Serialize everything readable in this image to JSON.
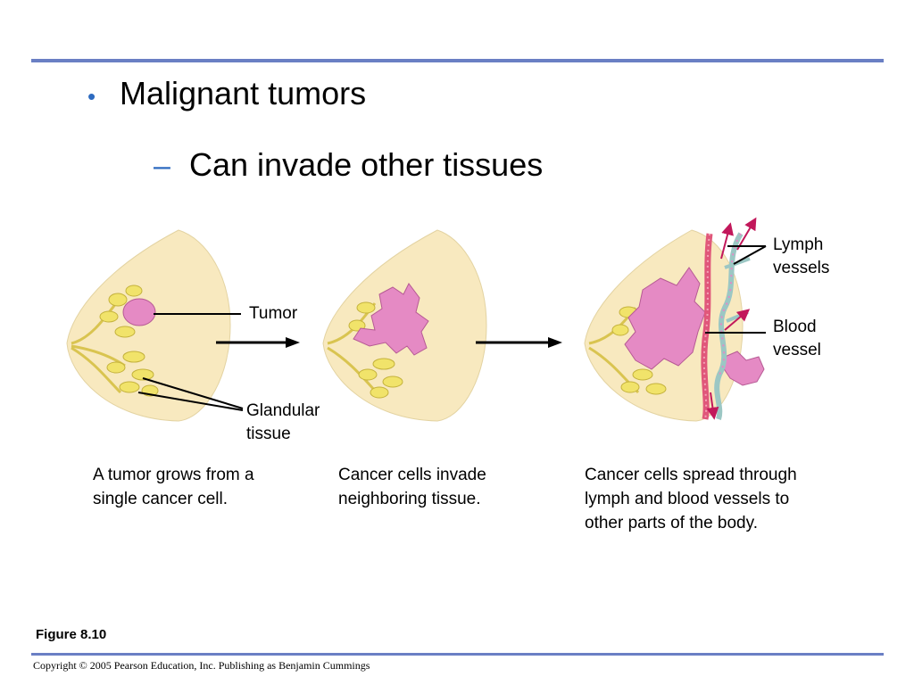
{
  "slide": {
    "bullet": "Malignant tumors",
    "sub_bullet": "Can invade other tissues"
  },
  "labels": {
    "tumor": "Tumor",
    "glandular_line1": "Glandular",
    "glandular_line2": "tissue",
    "lymph_line1": "Lymph",
    "lymph_line2": "vessels",
    "blood_line1": "Blood",
    "blood_line2": "vessel"
  },
  "captions": [
    {
      "line1": "A tumor grows from a",
      "line2": "single cancer cell."
    },
    {
      "line1": "Cancer cells invade",
      "line2": "neighboring tissue."
    },
    {
      "line1": "Cancer cells spread through",
      "line2": "lymph and blood vessels to",
      "line3": "other parts of the body."
    }
  ],
  "figure_label": "Figure 8.10",
  "copyright": "Copyright © 2005 Pearson Education, Inc. Publishing as Benjamin Cummings",
  "colors": {
    "rule": "#6a7fc4",
    "bullet": "#2e6bc0",
    "breast_fill": "#f8e9bf",
    "gland_fill": "#f1e36a",
    "tumor_fill": "#e58ac4",
    "blood_vessel": "#e0577a",
    "lymph_vessel": "#9cc7c4"
  }
}
